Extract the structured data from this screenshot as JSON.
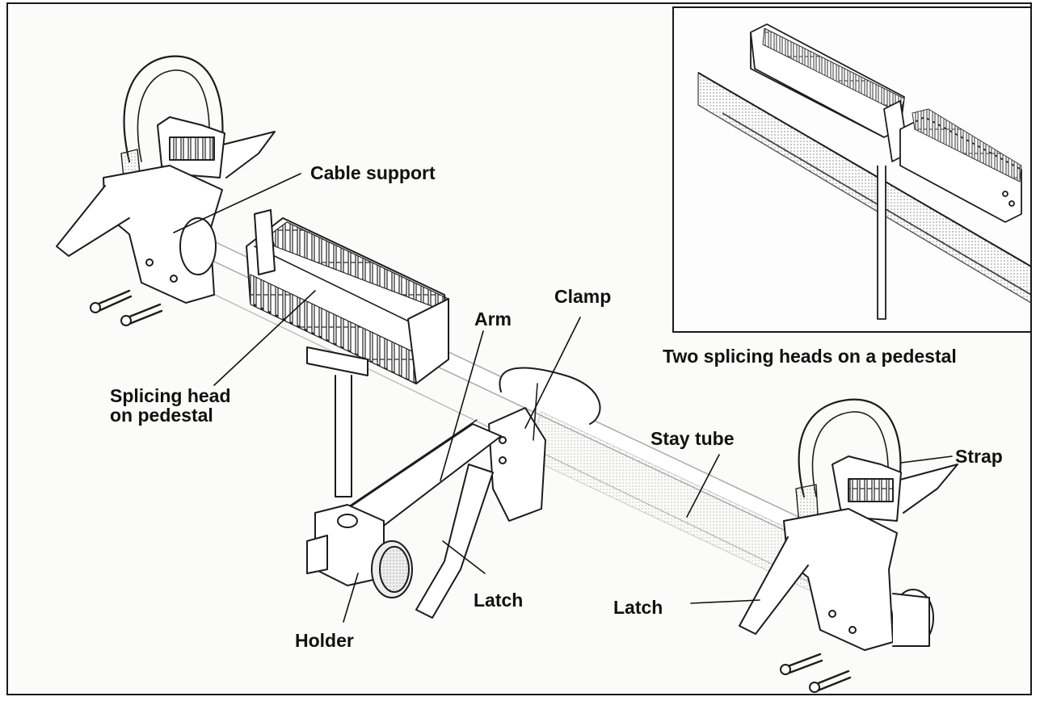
{
  "labels": {
    "cable_support": "Cable support",
    "splicing_head_1": "Splicing head",
    "splicing_head_2": "on pedestal",
    "arm": "Arm",
    "clamp": "Clamp",
    "stay_tube": "Stay tube",
    "strap": "Strap",
    "latch_left": "Latch",
    "latch_right": "Latch",
    "holder": "Holder"
  },
  "inset": {
    "caption": "Two splicing heads on a pedestal"
  }
}
